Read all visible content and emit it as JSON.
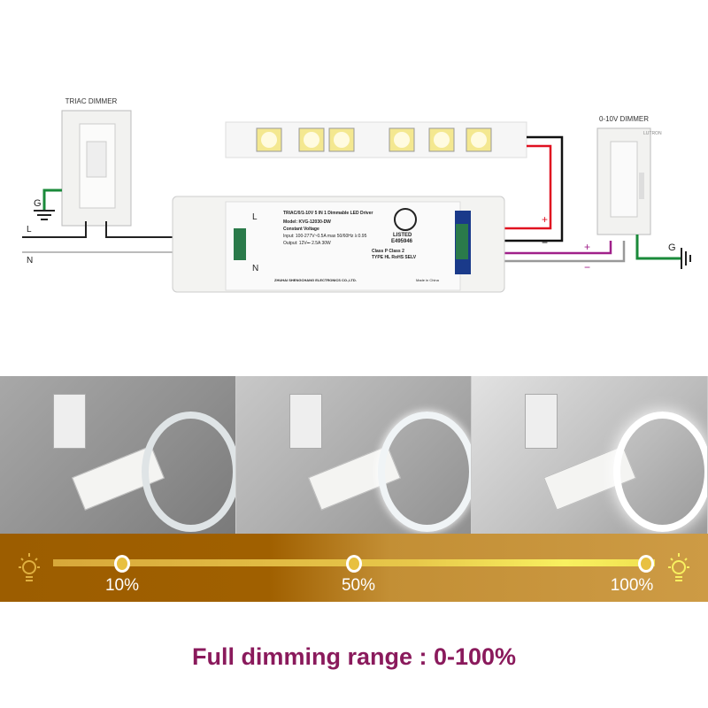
{
  "diagram": {
    "triac_label": "TRIAC DIMMER",
    "dimmer_010_label": "0-10V DIMMER",
    "ground_label_left": "G",
    "ground_label_right": "G",
    "line_label": "L",
    "neutral_label": "N",
    "driver_L": "L",
    "driver_N": "N",
    "plus_red": "+",
    "minus_black": "−",
    "plus_purple": "+",
    "minus_gray": "−",
    "dimmer_brand": "LUTRON",
    "driver": {
      "header": "TRIAC/0/1-10V 5 IN 1 Dimmable LED Driver",
      "model": "Model: KVG-12030-DW",
      "type": "Constant Voltage",
      "input": "Input: 100-277V~0.5A max  50/60Hz λ:0.95",
      "output": "Output: 12V⎓ 2.5A  30W",
      "ul": "LISTED",
      "ul_number": "E495946",
      "class": "Class P  Class 2",
      "type_hl": "TYPE HL  RoHS  SELV",
      "company": "ZHUHAI SHENGCHANG ELECTRONICS CO.,LTD.",
      "made_in": "Made in China"
    }
  },
  "slider": {
    "levels": [
      {
        "label": "10%",
        "value": 10
      },
      {
        "label": "50%",
        "value": 50
      },
      {
        "label": "100%",
        "value": 100
      }
    ]
  },
  "caption": "Full dimming range : 0-100%",
  "colors": {
    "caption": "#8a1a5c",
    "band": "#a06000",
    "red_wire": "#e01020",
    "purple_wire": "#a0208a"
  }
}
